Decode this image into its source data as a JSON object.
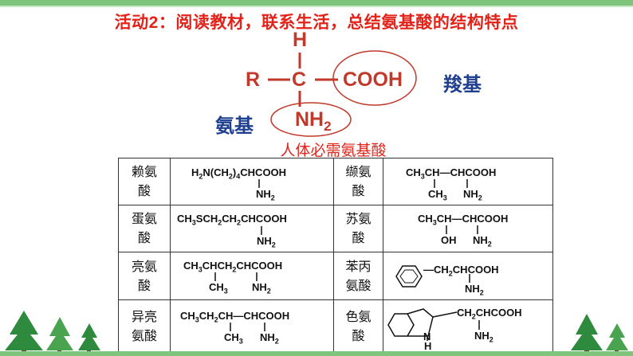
{
  "title": "活动2：阅读教材，联系生活，总结氨基酸的结构特点",
  "formula": {
    "h": "H",
    "r": "R",
    "c": "C",
    "cooh": "COOH",
    "nh2_main": "NH",
    "nh2_sub": "2",
    "carboxyl_label": "羧基",
    "amino_label": "氨基"
  },
  "caption": "人体必需氨基酸",
  "colors": {
    "title": "#e3231a",
    "formula": "#c0392b",
    "label": "#1f3f8f",
    "bar": "#7fc47d"
  },
  "table": {
    "rows": [
      {
        "left": {
          "name1": "赖氨",
          "name2": "酸",
          "top_parts": [
            "H",
            "2",
            "N(CH",
            "2",
            ")",
            "4",
            "CHCOOH"
          ],
          "bottom": "NH",
          "bottom_sub": "2"
        },
        "right": {
          "name1": "缬氨",
          "name2": "酸",
          "top": "CH",
          "top_sub": "3",
          "top_rest": "CH—CHCOOH",
          "b1": "CH",
          "b1_sub": "3",
          "b2": "NH",
          "b2_sub": "2"
        }
      },
      {
        "left": {
          "name1": "蛋氨",
          "name2": "酸",
          "top_parts": [
            "CH",
            "3",
            "SCH",
            "2",
            "CH",
            "2",
            "CHCOOH"
          ],
          "bottom": "NH",
          "bottom_sub": "2"
        },
        "right": {
          "name1": "苏氨",
          "name2": "酸",
          "top": "CH",
          "top_sub": "3",
          "top_rest": "CH—CHCOOH",
          "b1": "OH",
          "b1_sub": "",
          "b2": "NH",
          "b2_sub": "2"
        }
      },
      {
        "left": {
          "name1": "亮氨",
          "name2": "酸",
          "top_parts": [
            "CH",
            "3",
            "CHCH",
            "2",
            "CHCOOH"
          ],
          "bottom1": "CH",
          "bottom1_sub": "3",
          "bottom": "NH",
          "bottom_sub": "2"
        },
        "right": {
          "name1": "苯丙",
          "name2": "氨酸",
          "top": "—CH",
          "top_sub": "2",
          "top_rest": "CHCOOH",
          "b2": "NH",
          "b2_sub": "2"
        }
      },
      {
        "left": {
          "name1": "异亮",
          "name2": "氨酸",
          "top_parts": [
            "CH",
            "3",
            "CH",
            "2",
            "CH—CHCOOH"
          ],
          "bottom1": "CH",
          "bottom1_sub": "3",
          "bottom": "NH",
          "bottom_sub": "2"
        },
        "right": {
          "name1": "色氨",
          "name2": "酸",
          "top": "CH",
          "top_sub": "2",
          "top_rest": "CHCOOH",
          "b2": "NH",
          "b2_sub": "2",
          "ring_n": "N",
          "ring_h": "H"
        }
      }
    ]
  }
}
